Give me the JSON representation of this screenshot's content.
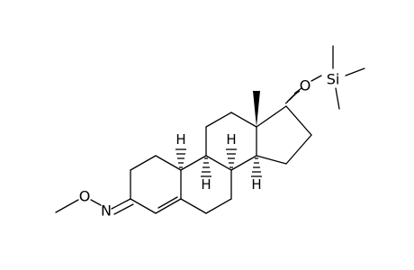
{
  "structure": {
    "atoms": {
      "oxygen_oxime": "O",
      "nitrogen_oxime": "N",
      "oxygen_silyl": "O",
      "silicon": "Si",
      "h_8beta": "H",
      "h_9alpha": "H",
      "h_10beta": "H",
      "h_14alpha": "H"
    },
    "colors": {
      "bond": "#000000",
      "background": "#ffffff"
    }
  }
}
